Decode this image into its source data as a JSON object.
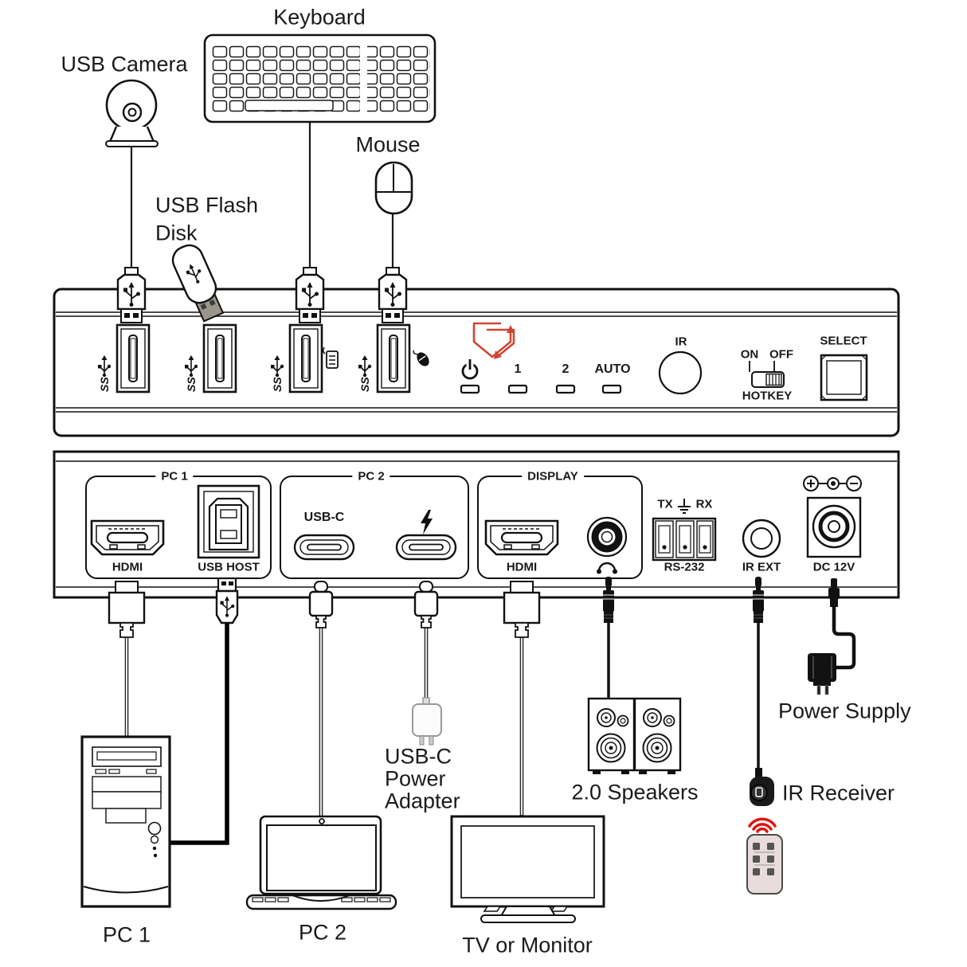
{
  "peripherals": {
    "camera": "USB Camera",
    "keyboard": "Keyboard",
    "mouse": "Mouse",
    "flash_disk_line1": "USB Flash",
    "flash_disk_line2": "Disk"
  },
  "front_panel": {
    "indicators": {
      "ch1": "1",
      "ch2": "2",
      "auto": "AUTO"
    },
    "ir_label": "IR",
    "hotkey": {
      "on": "ON",
      "off": "OFF",
      "label": "HOTKEY"
    },
    "select_label": "SELECT"
  },
  "rear_panel": {
    "groups": {
      "pc1": "PC 1",
      "pc2": "PC 2",
      "display": "DISPLAY"
    },
    "ports": {
      "hdmi_pc1": "HDMI",
      "usb_host": "USB HOST",
      "usbc": "USB-C",
      "hdmi_display": "HDMI",
      "tx": "TX",
      "rx": "RX",
      "rs232": "RS-232",
      "ir_ext": "IR EXT",
      "dc": "DC 12V"
    }
  },
  "devices": {
    "pc1": "PC 1",
    "pc2": "PC 2",
    "usbc_power_line1": "USB-C",
    "usbc_power_line2": "Power",
    "usbc_power_line3": "Adapter",
    "tv": "TV or Monitor",
    "speakers": "2.0 Speakers",
    "ir_receiver": "IR Receiver",
    "power_supply": "Power Supply"
  },
  "colors": {
    "accent_red": "#cf4632",
    "ir_red": "#dd1510",
    "line": "#1a1a1a"
  }
}
